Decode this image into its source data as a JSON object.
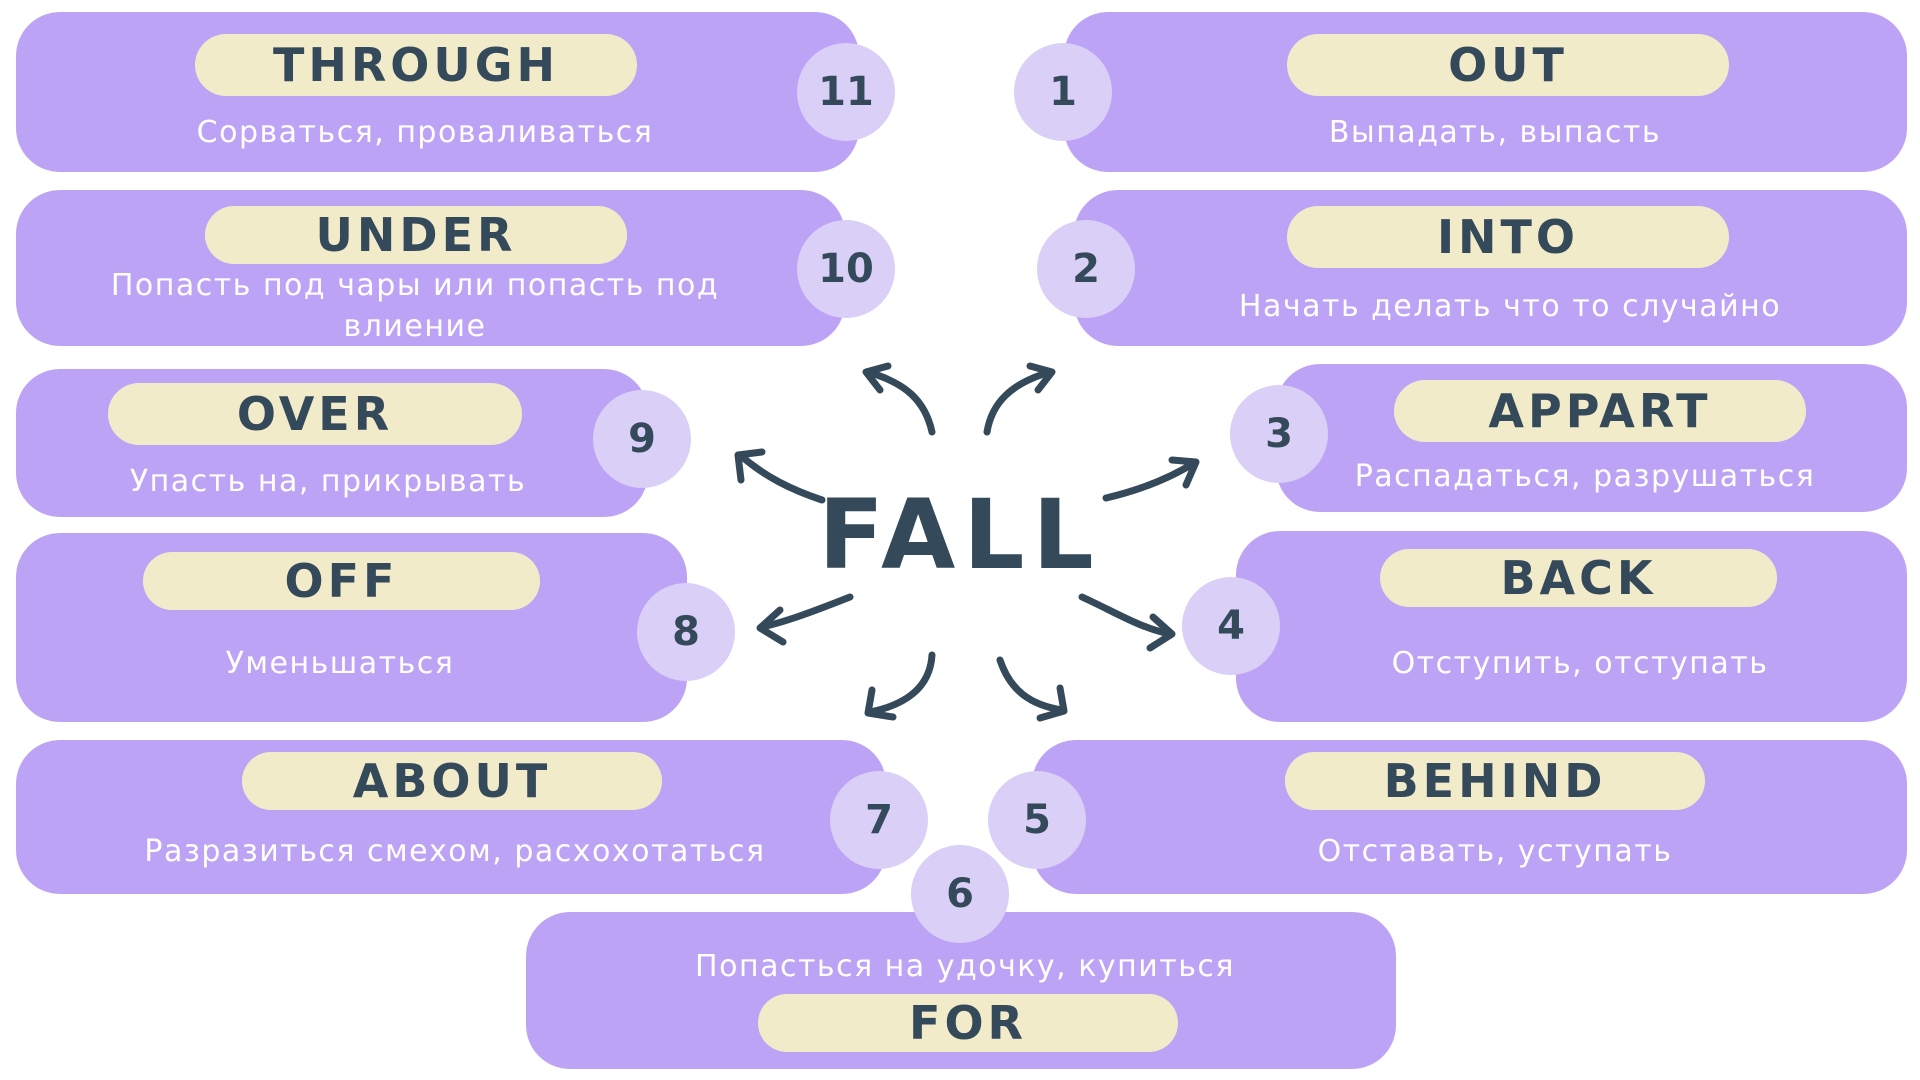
{
  "center": {
    "word": "FALL"
  },
  "items": [
    {
      "number": "1",
      "particle": "OUT",
      "meaning": "Выпадать, выпасть"
    },
    {
      "number": "2",
      "particle": "INTO",
      "meaning": "Начать делать что то случайно"
    },
    {
      "number": "3",
      "particle": "APPART",
      "meaning": "Распадаться, разрушаться"
    },
    {
      "number": "4",
      "particle": "BACK",
      "meaning": "Отступить, отступать"
    },
    {
      "number": "5",
      "particle": "BEHIND",
      "meaning": "Отставать, уступать"
    },
    {
      "number": "6",
      "particle": "FOR",
      "meaning": "Попасться на удочку, купиться"
    },
    {
      "number": "7",
      "particle": "ABOUT",
      "meaning": "Разразиться смехом, расхохотаться"
    },
    {
      "number": "8",
      "particle": "OFF",
      "meaning": "Уменьшаться"
    },
    {
      "number": "9",
      "particle": "OVER",
      "meaning": "Упасть на, прикрывать"
    },
    {
      "number": "10",
      "particle": "UNDER",
      "meaning": "Попасть под чары или попасть под влиение"
    },
    {
      "number": "11",
      "particle": "THROUGH",
      "meaning": "Сорваться, проваливаться"
    }
  ],
  "colors": {
    "card": "#bda3f5",
    "pill": "#f2ebc9",
    "number_circle": "#d9cff7",
    "text_dark": "#34495a",
    "text_light": "#ffffff"
  }
}
